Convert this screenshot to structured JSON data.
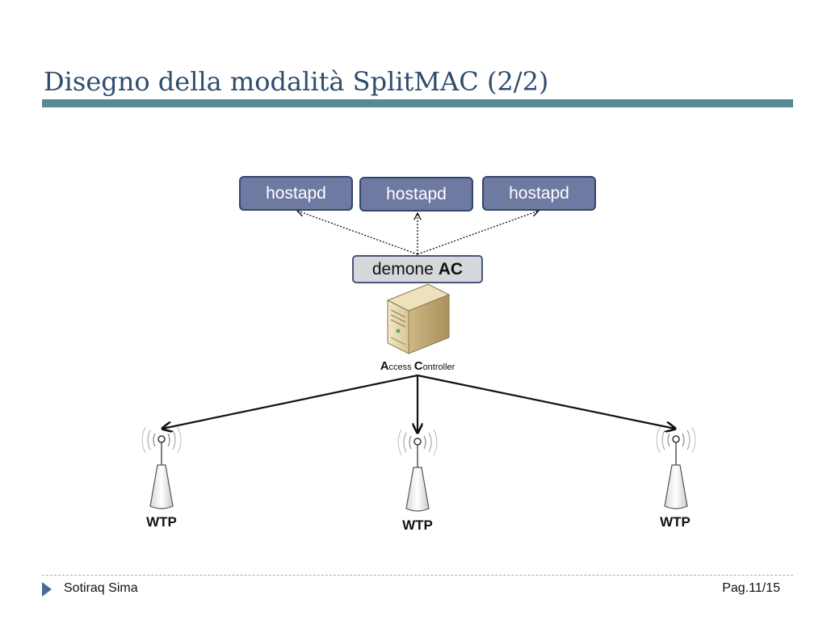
{
  "slide": {
    "title": "Disegno della modalità SplitMAC (2/2)"
  },
  "diagram": {
    "hostapd_boxes": [
      "hostapd",
      "hostapd",
      "hostapd"
    ],
    "daemon": {
      "text": "demone",
      "bold": "AC"
    },
    "access_controller": {
      "a": "A",
      "ccess": "ccess ",
      "c": "C",
      "ontroller": "ontroller"
    },
    "wtp_labels": [
      "WTP",
      "WTP",
      "WTP"
    ]
  },
  "footer": {
    "author": "Sotiraq Sima",
    "page": "Pag.11/15"
  },
  "colors": {
    "title": "#2f4c6e",
    "title_bar": "#568b96",
    "hostapd_fill": "#6e7aa2",
    "hostapd_border": "#35466b"
  }
}
